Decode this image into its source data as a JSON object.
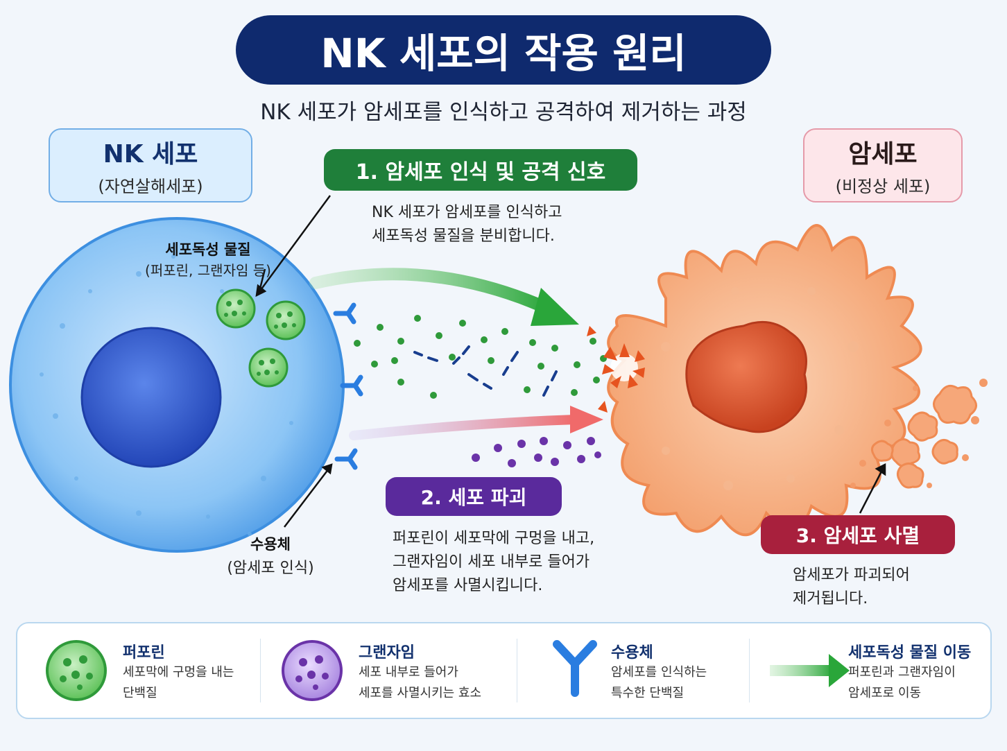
{
  "title": "NK 세포의 작용 원리",
  "subtitle": "NK 세포가 암세포를 인식하고 공격하여 제거하는 과정",
  "nk_box": {
    "title": "NK 세포",
    "subtitle": "(자연살해세포)"
  },
  "cancer_box": {
    "title": "암세포",
    "subtitle": "(비정상 세포)"
  },
  "cytotoxic_label": {
    "title": "세포독성 물질",
    "subtitle": "(퍼포린, 그랜자임 등)"
  },
  "receptor_label": {
    "title": "수용체",
    "subtitle": "(암세포 인식)"
  },
  "steps": [
    {
      "label": "1. 암세포 인식 및 공격 신호",
      "lines": [
        "NK 세포가 암세포를 인식하고",
        "세포독성 물질을 분비합니다."
      ]
    },
    {
      "label": "2. 세포 파괴",
      "lines": [
        "퍼포린이 세포막에 구멍을 내고,",
        "그랜자임이 세포 내부로 들어가",
        "암세포를 사멸시킵니다."
      ]
    },
    {
      "label": "3. 암세포 사멸",
      "lines": [
        "암세포가 파괴되어",
        "제거됩니다."
      ]
    }
  ],
  "legend": [
    {
      "icon": "perforin-icon",
      "title": "퍼포린",
      "lines": [
        "세포막에 구멍을 내는",
        "단백질"
      ]
    },
    {
      "icon": "granzyme-icon",
      "title": "그랜자임",
      "lines": [
        "세포 내부로 들어가",
        "세포를 사멸시키는 효소"
      ]
    },
    {
      "icon": "receptor-icon",
      "title": "수용체",
      "lines": [
        "암세포를 인식하는",
        "특수한 단백질"
      ]
    },
    {
      "icon": "arrow-icon",
      "title": "세포독성 물질 이동",
      "lines": [
        "퍼포린과 그랜자임이",
        "암세포로 이동"
      ]
    }
  ],
  "colors": {
    "title_bg": "#0f2a6e",
    "step1": "#1f7f3a",
    "step2": "#5a2a9c",
    "step3": "#a8203d",
    "nk_cell": "#5aa8ec",
    "nk_nucleus": "#2f5ccf",
    "cancer_cell": "#f6a779",
    "cancer_nucleus": "#d9552e",
    "perforin": "#3fae4a",
    "granzyme": "#6a33a8"
  }
}
